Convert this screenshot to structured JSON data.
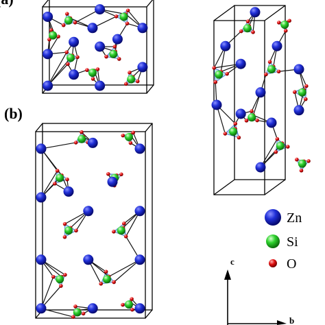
{
  "panels": {
    "a_label": "(a)",
    "b_label": "(b)"
  },
  "legend": {
    "items": [
      {
        "label": "Zn",
        "color": "#1520c8"
      },
      {
        "label": "Si",
        "color": "#22cc22"
      },
      {
        "label": "O",
        "color": "#e01010"
      }
    ]
  },
  "axes": {
    "c_label": "c",
    "b_label": "b"
  },
  "colors": {
    "zn": "#1520c8",
    "si": "#22cc22",
    "o": "#e01010",
    "tetra_fill": "#a8d8e8",
    "tetra_edge": "#3a6fd0",
    "cell": "#000000"
  }
}
